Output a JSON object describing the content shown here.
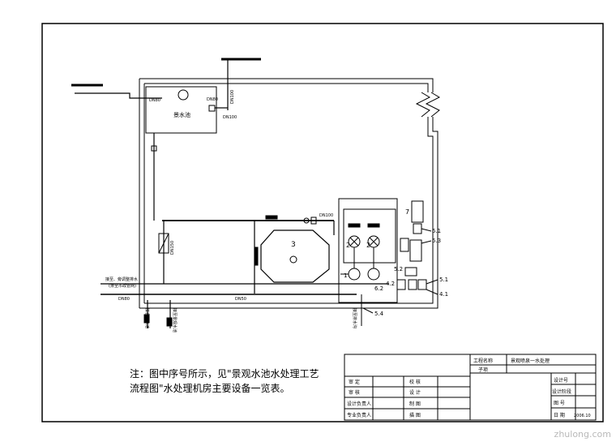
{
  "note": "注：图中序号所示，见\"景观水池水处理工艺流程图\"水处理机房主要设备一览表。",
  "labels": {
    "dn80": "DN80",
    "dn_left": "DN80",
    "dn100_v": "DN100",
    "dn100_h": "DN100",
    "pond": "景水池",
    "tank_no": "3",
    "item2a": "2",
    "item2b": "2",
    "item1": "1",
    "item7": "7",
    "item4_2": "4.2",
    "item5_1a": "5.1",
    "item5_3": "5.3",
    "item5_2": "5.2",
    "item5_1b": "5.1",
    "item4_1": "4.1",
    "item5_4": "5.4",
    "item6_2": "6.2",
    "vert_left": "DN150",
    "left_inlet": "接至、旁调整排水",
    "left_inlet2": "(排至市政管网)",
    "pipe_a": "DN80",
    "pipe_b": "DN50",
    "pipe_c": "DN100",
    "down_a": "接自喷水池",
    "down_b": "接至景观水池",
    "down_c": "接至排水沟"
  },
  "title_block": {
    "project_label": "工程名称",
    "project_value": "景观喷泉一水处理",
    "sub_label": "子项",
    "r1c1": "审 定",
    "r1c3": "校 核",
    "r2c1": "审 核",
    "r2c3": "设 计",
    "r3c1": "设计负责人",
    "r3c3": "制 图",
    "r4c1": "专业负责人",
    "r4c3": "描 图",
    "right1": "设计号",
    "right2": "设计阶段",
    "right3": "图 号",
    "right4": "日 期",
    "date": "2006.10"
  },
  "watermark": "zhulong.com"
}
